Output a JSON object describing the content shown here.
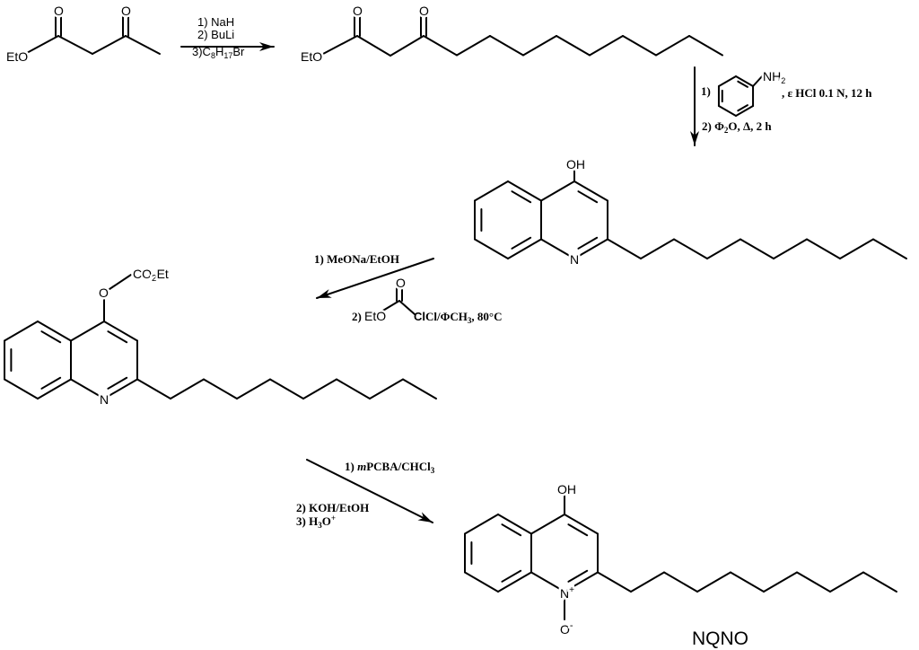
{
  "atoms": {
    "O": "O",
    "OH": "OH",
    "N": "N",
    "EtO": "EtO",
    "NH2_main": "NH",
    "NH2_sub": "2",
    "Nplus": "N",
    "plus": "+",
    "Ominus": "O",
    "minus": "-",
    "CO2Et_a": "CO",
    "CO2Et_sub": "2",
    "CO2Et_b": "Et",
    "Cl": "Cl"
  },
  "step1": {
    "l1": "1) NaH",
    "l2": "2) BuLi",
    "l3a": "3)C",
    "l3b": "8",
    "l3c": "H",
    "l3d": "17",
    "l3e": "Br"
  },
  "step2": {
    "l1": "1)",
    "l1b": ", ε HCl 0.1 N, 12 h",
    "l2a": "2) Φ",
    "l2b": "2",
    "l2c": "O, Δ, 2 h"
  },
  "step3": {
    "l1": "1) MeONa/EtOH",
    "l2a": "2)",
    "l2b": "EtO",
    "l2c": "Cl/ΦCH",
    "l2d": "3",
    "l2e": ", 80°C"
  },
  "step4": {
    "l1a": "1) ",
    "l1b": "m",
    "l1c": "PCBA/CHCl",
    "l1d": "3",
    "l2": "2) KOH/EtOH",
    "l3a": "3) H",
    "l3b": "3",
    "l3c": "O",
    "l3d": "+"
  },
  "product_name": "NQNO"
}
